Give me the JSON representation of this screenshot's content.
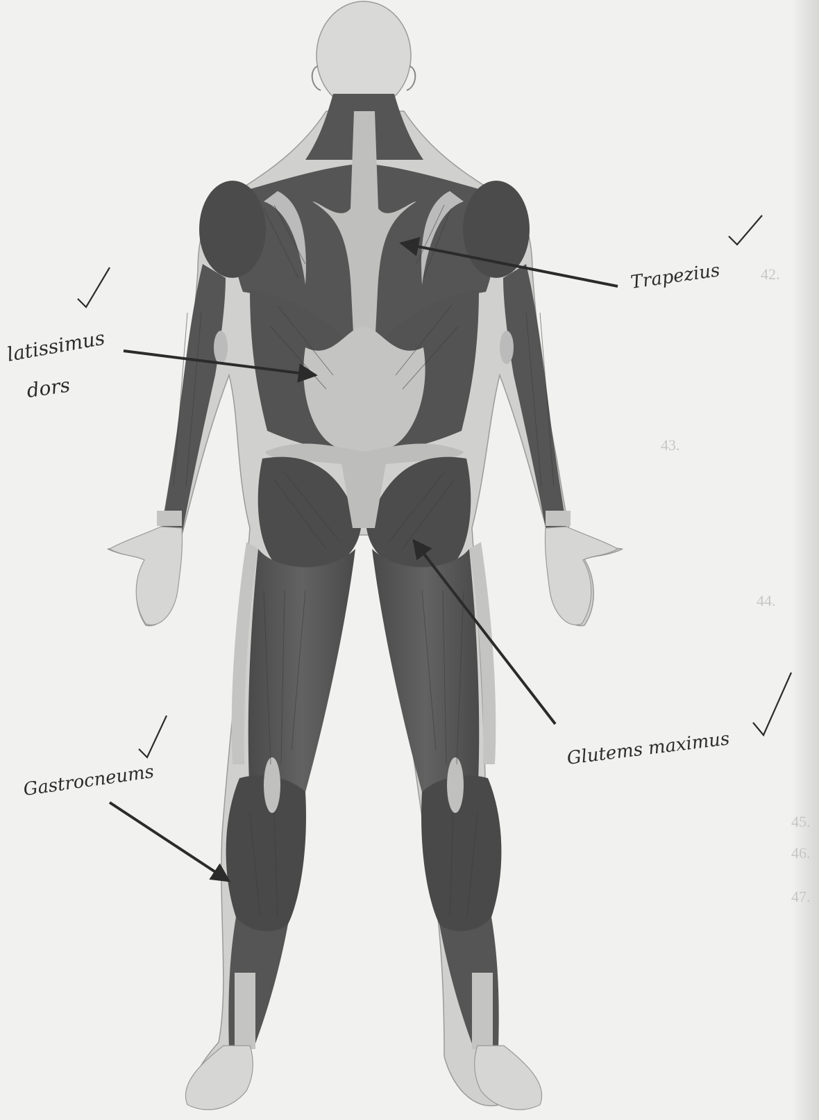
{
  "diagram": {
    "labels": [
      {
        "id": "trapezius",
        "text": "Trapezius",
        "checked": true
      },
      {
        "id": "latissimus",
        "line1": "latissimus",
        "line2": "dors",
        "checked": true
      },
      {
        "id": "gluteus",
        "text": "Glutems maximus",
        "checked": true
      },
      {
        "id": "gastrocnemius",
        "text": "Gastrocneums",
        "checked": true
      }
    ],
    "bleed_through_text": [
      "42.",
      "43.",
      "44.",
      "45.",
      "46.",
      "47."
    ],
    "colors": {
      "muscle": "#5a5a5a",
      "muscle_dark": "#3e3e3e",
      "tendon": "#bdbdbb",
      "skin": "#d8d8d6",
      "ink": "#2b2b2b",
      "background": "#f1f1ef"
    }
  }
}
